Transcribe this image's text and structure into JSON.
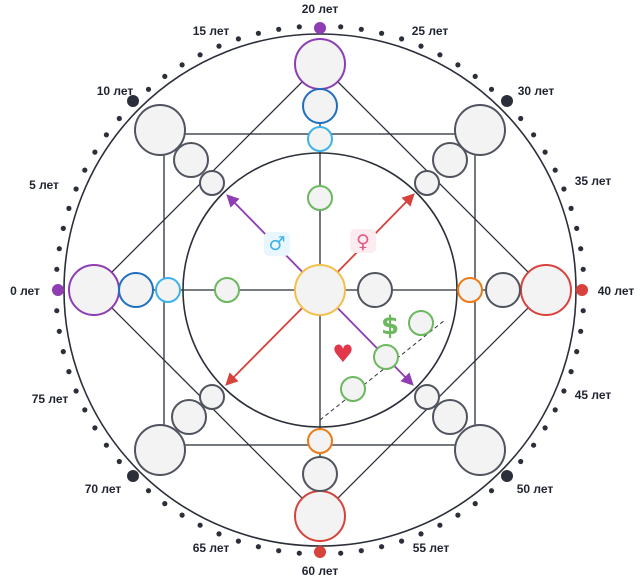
{
  "age_labels": {
    "a0": "0 лет",
    "a5": "5 лет",
    "a10": "10 лет",
    "a15": "15 лет",
    "a20": "20 лет",
    "a25": "25 лет",
    "a30": "30 лет",
    "a35": "35 лет",
    "a40": "40 лет",
    "a45": "45 лет",
    "a50": "50 лет",
    "a55": "55 лет",
    "a60": "60 лет",
    "a65": "65 лет",
    "a70": "70 лет",
    "a75": "75 лет"
  },
  "symbols": {
    "male": "♂",
    "female": "♀",
    "money": "$",
    "heart": "♥"
  },
  "colors": {
    "outline": "#2b2f3a",
    "node_fill": "#f3f3f4",
    "purple": "#8e3db3",
    "dark_blue": "#1f6fbf",
    "light_blue": "#3fb3e8",
    "green": "#6cb85f",
    "yellow": "#f2c04a",
    "orange": "#ec7a17",
    "red": "#d8423c",
    "gray": "#50545e"
  }
}
